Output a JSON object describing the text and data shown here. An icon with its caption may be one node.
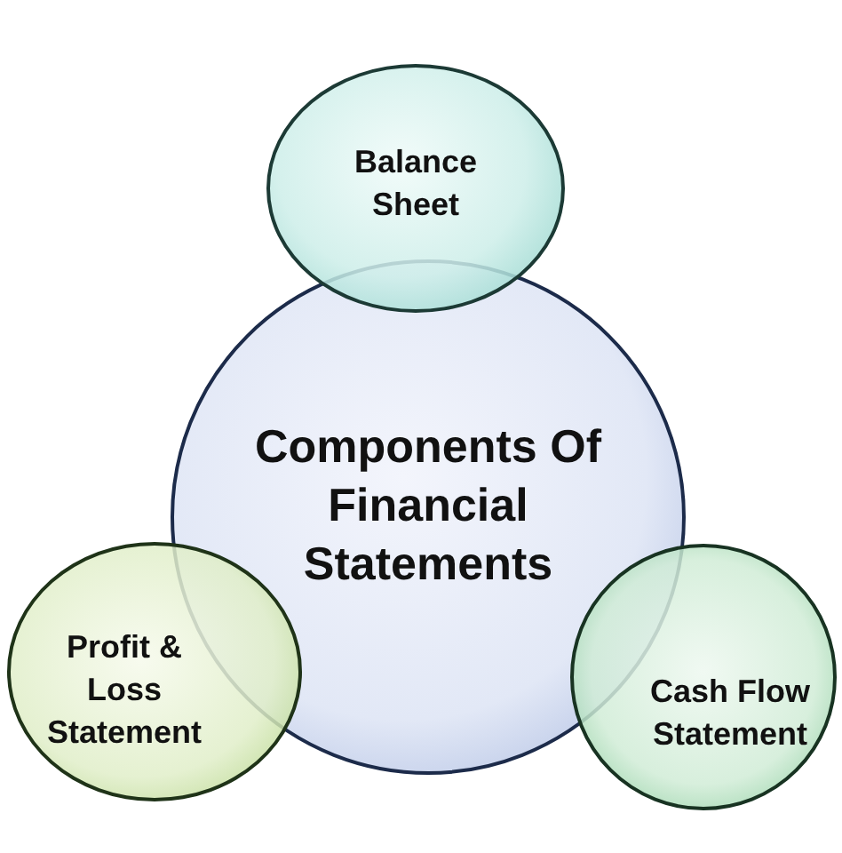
{
  "diagram": {
    "nodes": [
      {
        "text": [
          "Balance Sheet"
        ]
      },
      {
        "text": [
          "Components Of Financial Statements"
        ]
      },
      {
        "text": [
          "Profit & Loss Statement"
        ]
      },
      {
        "text": [
          "Cash Flow Statement"
        ]
      }
    ]
  }
}
